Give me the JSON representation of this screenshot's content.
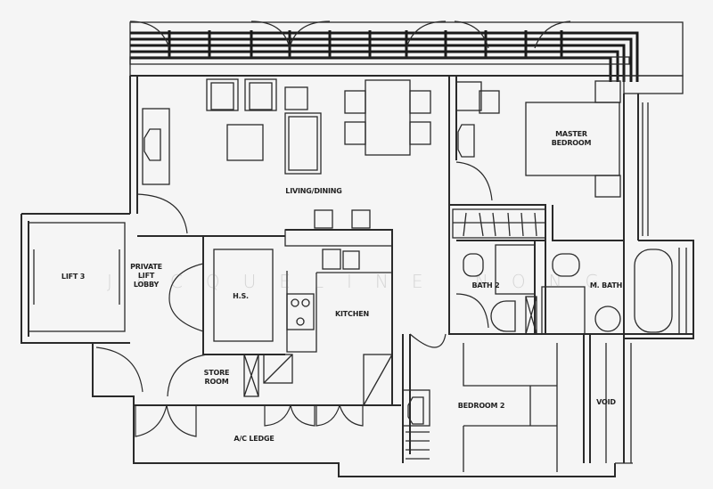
{
  "plan": {
    "type": "floor-plan",
    "rooms": {
      "living_dining": "LIVING/DINING",
      "master_bedroom": "MASTER\nBEDROOM",
      "lift": "LIFT 3",
      "private_lift_lobby": "PRIVATE\nLIFT\nLOBBY",
      "hs": "H.S.",
      "kitchen": "KITCHEN",
      "bath2": "BATH 2",
      "m_bath": "M. BATH",
      "store_room": "STORE\nROOM",
      "ac_ledge": "A/C LEDGE",
      "bedroom2": "BEDROOM 2",
      "void": "VOID"
    },
    "watermark": "JACQUELINE NONG",
    "colors": {
      "background": "#f5f5f5",
      "line": "#2a2a2a"
    }
  }
}
